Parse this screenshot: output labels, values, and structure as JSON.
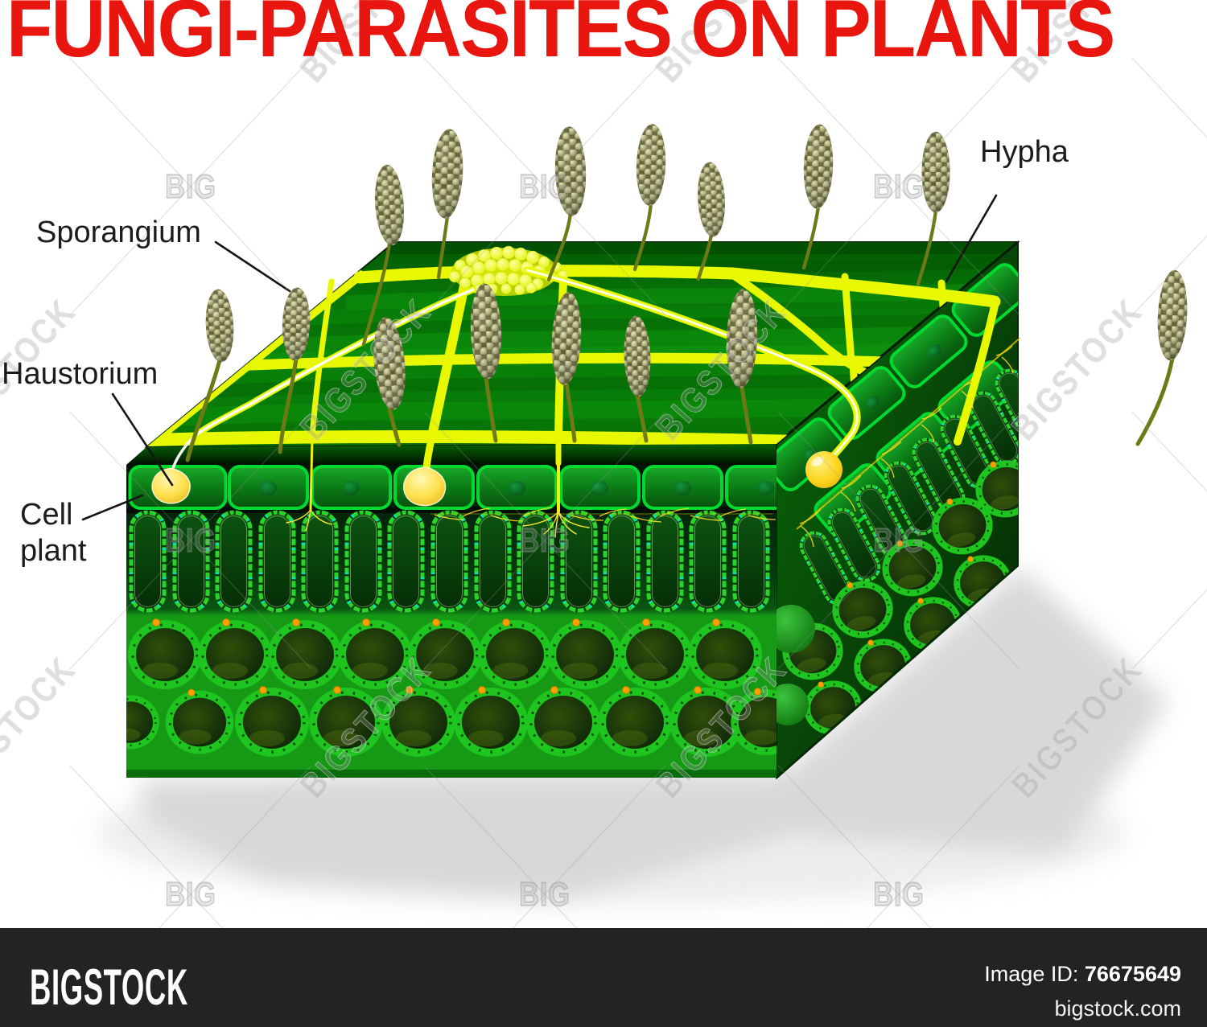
{
  "title": "FUNGI-PARASITES ON PLANTS",
  "labels": {
    "hypha": "Hypha",
    "sporangium": "Sporangium",
    "haustorium": "Haustorium",
    "cell_plant_lines": [
      "Cell",
      "plant"
    ]
  },
  "watermark": {
    "brand": "BIGSTOCK",
    "short": "BIG"
  },
  "footer": {
    "brand": "BIGSTOCK",
    "image_id_label": "Image ID:",
    "image_id": "76675649",
    "site": "bigstock.com"
  },
  "colors": {
    "title_red": "#e9150f",
    "leaf_dark_green": "#087f08",
    "cell_bright_green": "#00d42a",
    "spongy_background_green": "#169a16",
    "hypha_yellow": "#e7f800",
    "haustorium_yellow": "#ffd829",
    "sporangium_olive": "#85855a",
    "footer_bg": "#232323",
    "footer_text": "#ffffff",
    "label_text": "#1c1c1c"
  }
}
